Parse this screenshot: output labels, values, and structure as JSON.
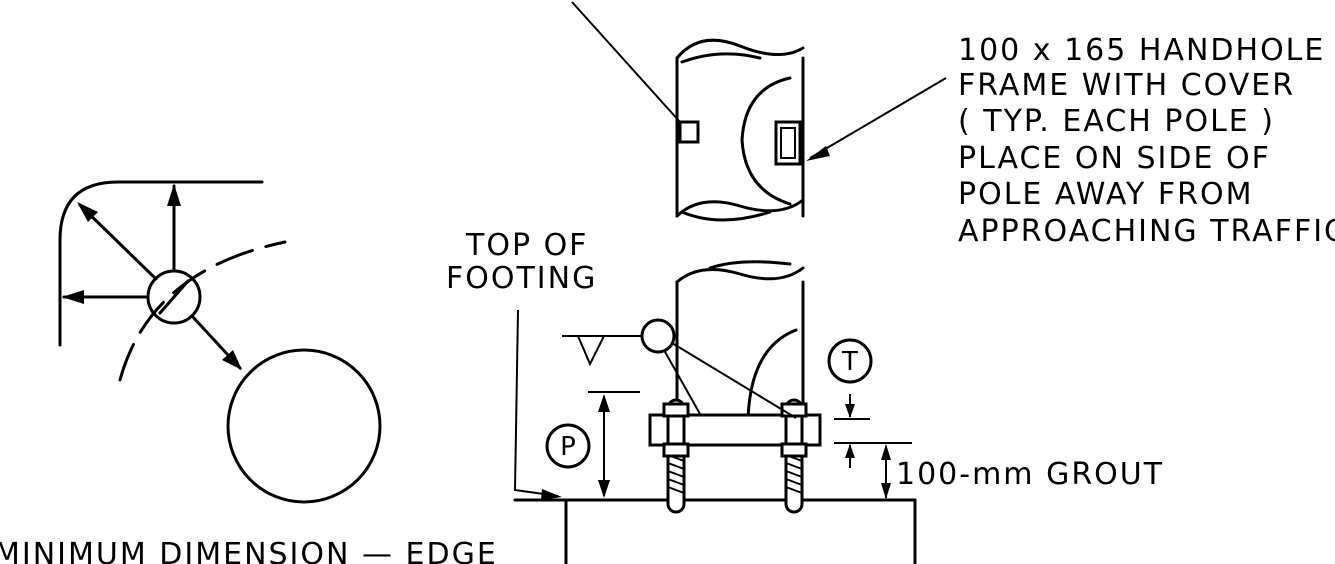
{
  "handhole_note": {
    "line1": "100 x 165 HANDHOLE",
    "line2": "FRAME WITH COVER",
    "line3": "( TYP. EACH POLE )",
    "line4": "PLACE ON SIDE OF",
    "line5": "POLE AWAY FROM",
    "line6": "APPROACHING TRAFFIC."
  },
  "top_of_footing": {
    "line1": "TOP OF",
    "line2": "FOOTING"
  },
  "grout_label": "100-mm GROUT",
  "callout_t": "T",
  "callout_p": "P",
  "bottom_caption": "MINIMUM DIMENSION — EDGE"
}
